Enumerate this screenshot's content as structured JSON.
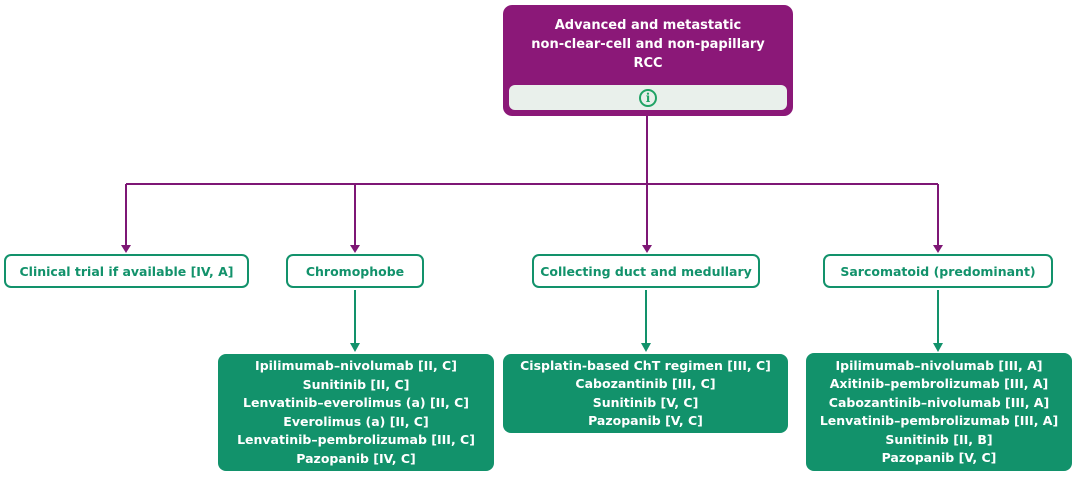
{
  "colors": {
    "purple": "#8B1878",
    "purple_line": "#7E1775",
    "green": "#12926B",
    "info_strip_bg": "#E9F0EB",
    "info_icon_green": "#21A365",
    "white": "#FFFFFF"
  },
  "root": {
    "title_lines": [
      "Advanced and metastatic",
      "non-clear-cell and non-papillary",
      "RCC"
    ],
    "info_glyph": "i"
  },
  "branches": [
    {
      "label": "Clinical trial if available [IV, A]",
      "treatments": []
    },
    {
      "label": "Chromophobe",
      "treatments": [
        "Ipilimumab–nivolumab [II, C]",
        "Sunitinib [II, C]",
        "Lenvatinib–everolimus (a) [II, C]",
        "Everolimus (a) [II, C]",
        "Lenvatinib–pembrolizumab [III, C]",
        "Pazopanib [IV, C]"
      ]
    },
    {
      "label": "Collecting duct and medullary",
      "treatments": [
        "Cisplatin-based ChT regimen [III, C]",
        "Cabozantinib [III, C]",
        "Sunitinib [V, C]",
        "Pazopanib [V, C]"
      ]
    },
    {
      "label": "Sarcomatoid (predominant)",
      "treatments": [
        "Ipilimumab–nivolumab [III, A]",
        "Axitinib–pembrolizumab [III, A]",
        "Cabozantinib–nivolumab [III, A]",
        "Lenvatinib–pembrolizumab [III, A]",
        "Sunitinib [II, B]",
        "Pazopanib [V, C]"
      ]
    }
  ]
}
